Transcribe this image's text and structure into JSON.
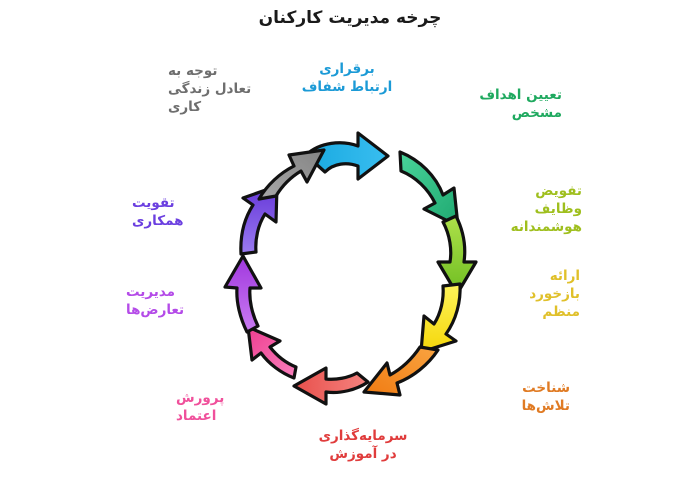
{
  "title": "چرخه مدیریت کارکنان",
  "diagram": {
    "type": "cycle",
    "direction": "clockwise",
    "step_count": 10,
    "steps": [
      {
        "id": "clear-communication",
        "label": "برقراری\nارتباط شفاف",
        "color": "#29ABE2",
        "arrow_position": "top",
        "angle_deg": 288
      },
      {
        "id": "set-clear-goals",
        "label": "تعیین اهداف\nمشخص",
        "color": "#2BB673",
        "arrow_position": "top-right",
        "angle_deg": 324
      },
      {
        "id": "smart-delegation",
        "label": "تفویض\nوظایف\nهوشمندانه",
        "color": "#8CC63F",
        "arrow_position": "right",
        "angle_deg": 0
      },
      {
        "id": "regular-feedback",
        "label": "ارائه\nبازخورد\nمنظم",
        "color": "#F7E017",
        "arrow_position": "lower-right",
        "angle_deg": 36
      },
      {
        "id": "recognize-efforts",
        "label": "شناخت\nتلاش‌ها",
        "color": "#F7941E",
        "arrow_position": "bottom-right",
        "angle_deg": 72
      },
      {
        "id": "invest-in-training",
        "label": "سرمایه‌گذاری\nدر آموزش",
        "color": "#F0625F",
        "arrow_position": "bottom",
        "angle_deg": 108
      },
      {
        "id": "foster-trust",
        "label": "پرورش\nاعتماد",
        "color": "#F2569E",
        "arrow_position": "bottom-left",
        "angle_deg": 144
      },
      {
        "id": "manage-conflicts",
        "label": "مدیریت\nتعارض‌ها",
        "color": "#B14EE8",
        "arrow_position": "lower-left",
        "angle_deg": 180
      },
      {
        "id": "strengthen-collaboration",
        "label": "تقویت\nهمکاری",
        "color": "#7B52E0",
        "arrow_position": "left",
        "angle_deg": 216
      },
      {
        "id": "work-life-balance",
        "label": "توجه به\nتعادل زندگی\nکاری",
        "color": "#8C8C8C",
        "arrow_position": "top-left",
        "angle_deg": 252
      }
    ],
    "label_colors": {
      "clear-communication": "#1B9AD6",
      "set-clear-goals": "#1FA95F",
      "smart-delegation": "#9FBF1E",
      "regular-feedback": "#E0C02A",
      "recognize-efforts": "#E07B24",
      "invest-in-training": "#E03C3C",
      "foster-trust": "#F0509B",
      "manage-conflicts": "#B44BE8",
      "strengthen-collaboration": "#6B3FE0",
      "work-life-balance": "#6E6E6E"
    },
    "outline_color": "#111111",
    "background": "#ffffff"
  }
}
